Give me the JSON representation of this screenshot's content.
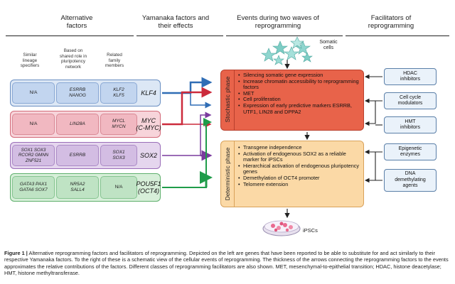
{
  "headers": {
    "alternative_factors": "Alternative\nfactors",
    "yamanaka": "Yamanaka factors and\ntheir effects",
    "events": "Events during two waves of\nreprogramming",
    "facilitators": "Facilitators of\nreprogramming"
  },
  "subheaders": {
    "similar_lineage": "Similar\nlineage\nspecifiers",
    "shared_role": "Based on\nshared role in\npluripotency\nnetwork",
    "related_family": "Related\nfamily\nmembers"
  },
  "rows": [
    {
      "similar": "N/A",
      "shared": "ESRRB\nNANOG",
      "related": "KLF2\nKLF5",
      "factor": "KLF4",
      "color": "#2f6db5"
    },
    {
      "similar": "N/A",
      "shared": "LIN28A",
      "related": "MYCL\nMYCN",
      "factor": "MYC\n(C-MYC)",
      "color": "#cc2b3c"
    },
    {
      "similar": "SOX1  SOX3\nRCOR2 GMNN\nZNF521",
      "shared": "ESRRB",
      "related": "SOX1\nSOX3",
      "factor": "SOX2",
      "color": "#7a3b9e"
    },
    {
      "similar": "GATA3  PAX1\nGATA6  SOX7",
      "shared": "NR5A2\nSALL4",
      "related": "N/A",
      "factor": "POU5F1\n(OCT4)",
      "color": "#1f9c4a"
    }
  ],
  "somatic_label": "Somatic\ncells",
  "stochastic": {
    "label": "Stochastic phase",
    "items": [
      "Silencing somatic gene expression",
      "Increase chromatin accessibility to reprogramming factors",
      "MET",
      "Cell proliferation",
      "Expression of early predictive markers ESRRB, UTF1, LIN28 and DPPA2"
    ]
  },
  "deterministic": {
    "label": "Deterministic phase",
    "items": [
      "Transgene independence",
      "Activation of endogenous SOX2 as a reliable marker for iPSCs",
      "Hierarchical activation of endogenous pluripotency genes",
      "Demethylation of OCT4 promoter",
      "Telomere extension"
    ]
  },
  "ipsc_label": "iPSCs",
  "facilitators": [
    "HDAC\ninhibitors",
    "Cell cycle\nmodulators",
    "HMT\ninhibitors",
    "Epigenetic\nenzymes",
    "DNA\ndemethylating\nagents"
  ],
  "caption": {
    "lead": "Figure 1 |",
    "text": " Alternative reprogramming factors and facilitators of reprogramming. Depicted on the left are genes that have been reported to be able to substitute for and act similarly to their respective Yamanaka factors. To the right of these is a schematic view of the cellular events of reprogramming. The thickness of the arrows connecting the reprogramming factors to the events approximates the relative contributions of the factors. Different classes of reprogramming facilitators are also shown. MET, mesenchymal-to-epithelial transition; HDAC, histone deacetylase; HMT, histone methyltransferase."
  },
  "colors": {
    "klf4": "#2f6db5",
    "myc": "#cc2b3c",
    "sox2": "#7a3b9e",
    "oct4": "#1f9c4a",
    "stochastic_fill": "#e8634a",
    "deterministic_fill": "#fbd9a6",
    "facilitator_fill": "#eaf2fa"
  }
}
